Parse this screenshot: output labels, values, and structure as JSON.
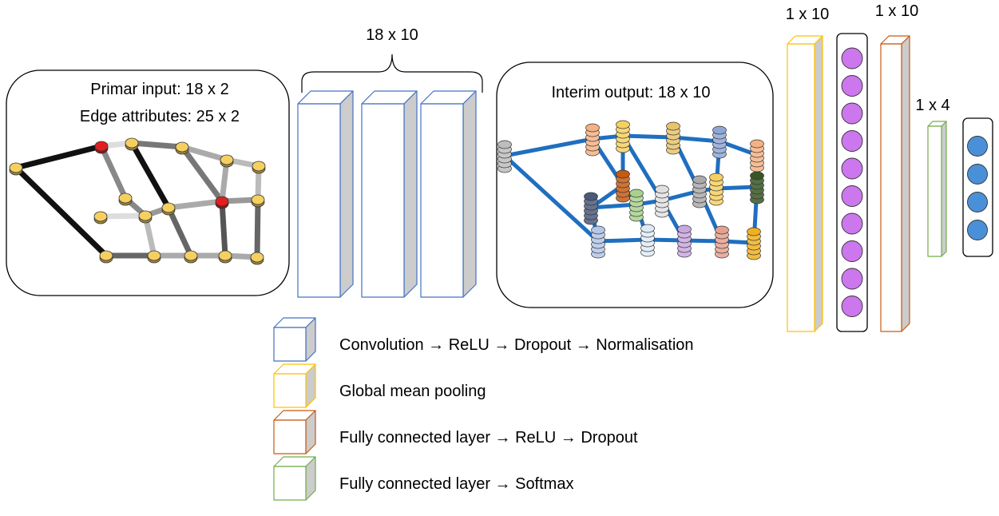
{
  "input_panel": {
    "line1": "Primar input: 18 x 2",
    "line2": "Edge attributes: 25 x 2"
  },
  "conv_group_label": "18 x 10",
  "interim_label": "Interim output: 18 x 10",
  "pool_label": "1 x 10",
  "fc_label": "1 x 10",
  "out_label": "1 x 4",
  "pooled_node_count": 10,
  "output_node_count": 4,
  "colors": {
    "conv": "#4472C4",
    "pool": "#FFC000",
    "fc_relu": "#C55A11",
    "fc_softmax": "#70AD47",
    "pooled_node": "#CC77EE",
    "output_node": "#4A90D9",
    "graph_node": "#F5D061",
    "graph_node_highlight": "#E02020",
    "interim_edge": "#1F6FC0"
  },
  "legend": [
    {
      "text": "Convolution → ReLU → Dropout → Normalisation",
      "color": "#4472C4"
    },
    {
      "text": "Global mean pooling",
      "color": "#FFC000"
    },
    {
      "text": "Fully connected layer → ReLU → Dropout",
      "color": "#C55A11"
    },
    {
      "text": "Fully connected layer → Softmax",
      "color": "#70AD47"
    }
  ]
}
